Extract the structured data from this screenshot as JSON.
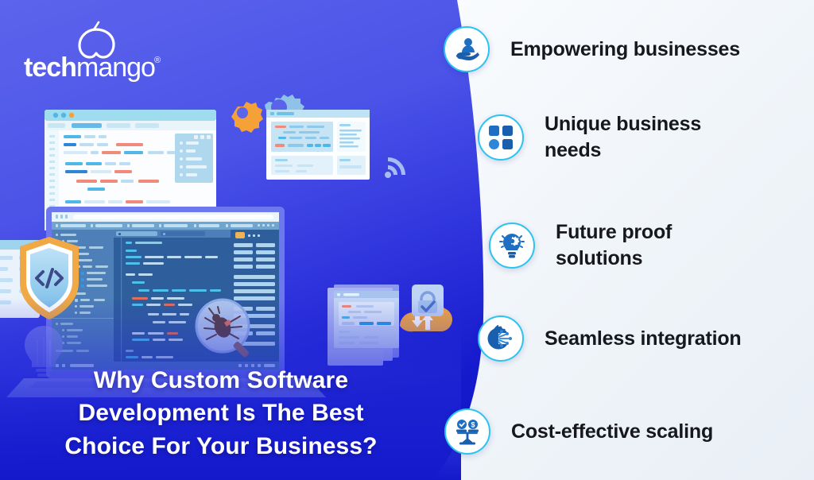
{
  "brand": {
    "name": "techmango",
    "name_part_1": "tech",
    "name_part_2": "mango",
    "registered_mark": "®",
    "logo_icon": "mango-leaf-icon"
  },
  "headline": {
    "line_1": "Why Custom Software",
    "line_2": "Development Is The Best",
    "line_3": "Choice For Your Business?",
    "full_text": "Why Custom Software Development Is The Best Choice For Your Business?"
  },
  "features": [
    {
      "id": "empowering-businesses",
      "label": "Empowering businesses",
      "icon": "hand-holding-person-icon"
    },
    {
      "id": "unique-business-needs",
      "label": "Unique business\nneeds",
      "icon": "four-blocks-icon"
    },
    {
      "id": "future-proof-solutions",
      "label": "Future proof\nsolutions",
      "icon": "lightbulb-gear-icon"
    },
    {
      "id": "seamless-integration",
      "label": "Seamless integration",
      "icon": "gear-circuit-icon"
    },
    {
      "id": "cost-effective-scaling",
      "label": "Cost-effective scaling",
      "icon": "balance-scale-icon"
    }
  ],
  "illustration": {
    "elements": [
      {
        "name": "code-editor-window-back",
        "type": "window"
      },
      {
        "name": "settings-window",
        "type": "window"
      },
      {
        "name": "laptop-ide",
        "type": "laptop"
      },
      {
        "name": "document-stack",
        "type": "windows"
      },
      {
        "name": "left-edge-window",
        "type": "window"
      },
      {
        "name": "code-shield-icon",
        "type": "icon"
      },
      {
        "name": "cloud-sync-icon",
        "type": "icon"
      },
      {
        "name": "lock-check-icon",
        "type": "icon"
      },
      {
        "name": "lightbulb-icon",
        "type": "icon"
      },
      {
        "name": "gear-orange-icon",
        "type": "icon"
      },
      {
        "name": "gear-blue-icon",
        "type": "icon"
      },
      {
        "name": "wifi-signal-icon",
        "type": "icon"
      },
      {
        "name": "bug-magnifier-icon",
        "type": "icon"
      }
    ]
  },
  "colors": {
    "panel_gradient_top": "#5C64EC",
    "panel_gradient_bottom": "#1519CC",
    "right_panel": "#F2F6FA",
    "circle_border": "#2BC3F0",
    "icon_blue": "#1565C0",
    "icon_blue_dark": "#1A4FA0",
    "accent_orange": "#F5A138",
    "headline_text": "#FFFFFF",
    "feature_text": "#16181D"
  }
}
